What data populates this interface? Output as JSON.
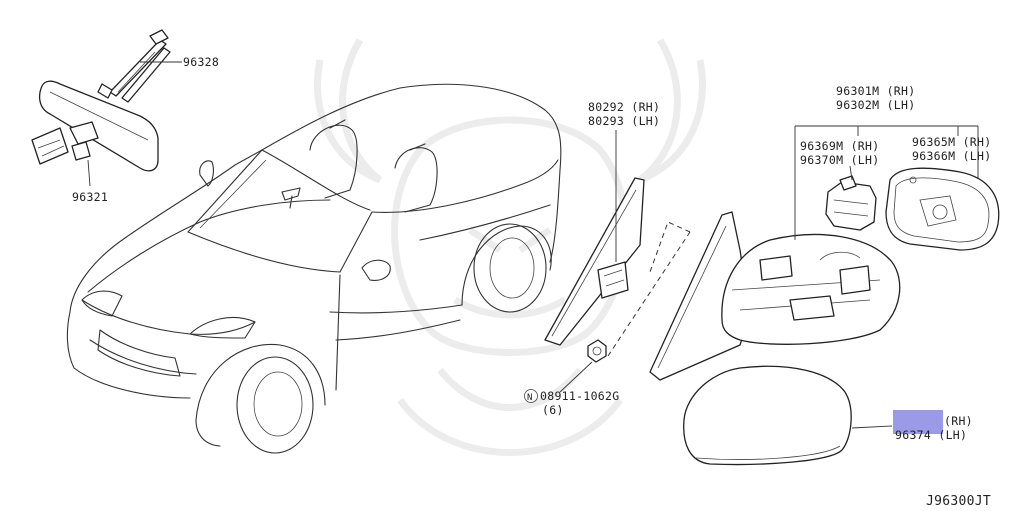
{
  "parts": {
    "p96328": "96328",
    "p96321": "96321",
    "p80292": "80292 (RH)",
    "p80293": "80293 (LH)",
    "p96301m": "96301M (RH)",
    "p96302m": "96302M (LH)",
    "p96369m": "96369M (RH)",
    "p96370m": "96370M (LH)",
    "p96365m": "96365M (RH)",
    "p96366m": "96366M (LH)",
    "p08911": "08911-1062G",
    "p08911_qty": "(6)",
    "p96373_suffix": "(RH)",
    "p96374": "96374 (LH)"
  },
  "nut_symbol": "N",
  "diagram_code": "J96300JT",
  "highlight_color": "#9a9ae6"
}
